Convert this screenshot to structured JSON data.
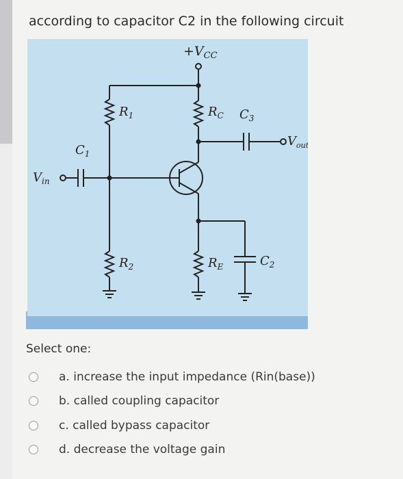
{
  "question": {
    "text": "according to capacitor C2 in the following circuit"
  },
  "circuit": {
    "vcc_label": "+V",
    "vcc_sub": "CC",
    "r1": "R",
    "r1_sub": "1",
    "r2": "R",
    "r2_sub": "2",
    "rc": "R",
    "rc_sub": "C",
    "re": "R",
    "re_sub": "E",
    "c1": "C",
    "c1_sub": "1",
    "c2": "C",
    "c2_sub": "2",
    "c3": "C",
    "c3_sub": "3",
    "vin": "V",
    "vin_sub": "in",
    "vout": "V",
    "vout_sub": "out"
  },
  "answer": {
    "prompt": "Select one:",
    "options": [
      {
        "label": "a. increase the input impedance (Rin(base))"
      },
      {
        "label": "b. called coupling capacitor"
      },
      {
        "label": "c. called bypass capacitor"
      },
      {
        "label": "d. decrease the voltage gain"
      }
    ]
  }
}
